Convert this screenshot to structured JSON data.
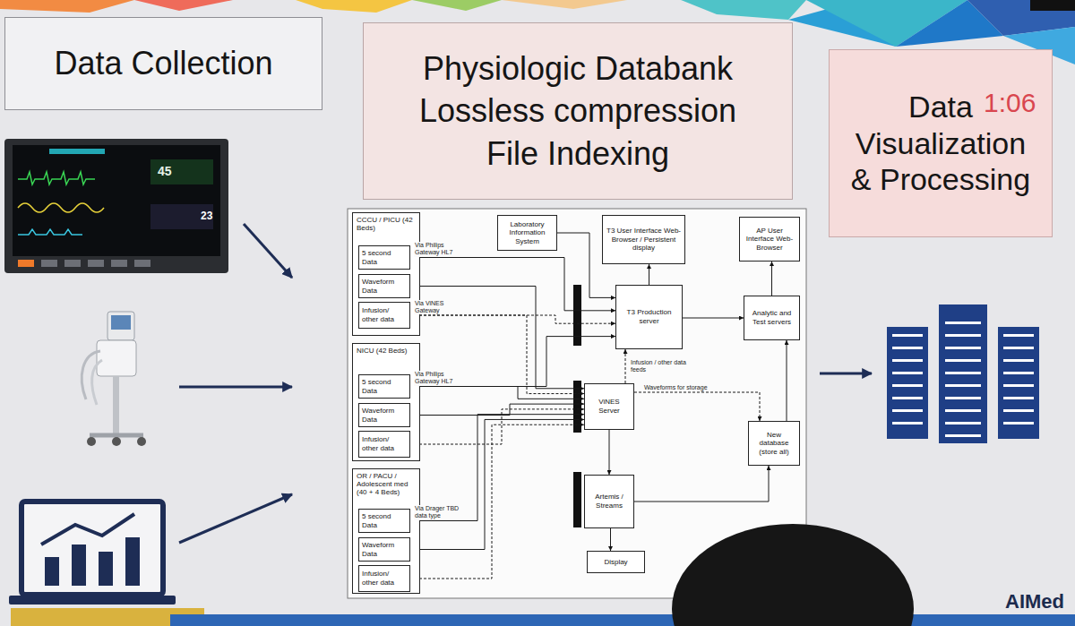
{
  "diagram": {
    "nodes": [
      {
        "text": [
          "Data Collection"
        ]
      },
      {
        "text": [
          "Physiologic Databank",
          "Lossless compression",
          "File Indexing"
        ]
      },
      {
        "text": [
          "Data Visualization & Processing"
        ]
      },
      {
        "text": [
          "CCCU / PICU (42 Beds)"
        ]
      },
      {
        "text": [
          "5 second Data"
        ],
        "in": 3
      },
      {
        "text": [
          "Waveform Data"
        ],
        "in": 3
      },
      {
        "text": [
          "Infusion/ other data"
        ],
        "in": 3
      },
      {
        "text": [
          "NICU (42 Beds)"
        ]
      },
      {
        "text": [
          "5 second Data"
        ],
        "in": 7
      },
      {
        "text": [
          "Waveform Data"
        ],
        "in": 7
      },
      {
        "text": [
          "Infusion/ other data"
        ],
        "in": 7
      },
      {
        "text": [
          "OR / PACU / Adolescent med (40 + 4 Beds)"
        ]
      },
      {
        "text": [
          "5 second Data"
        ],
        "in": 11
      },
      {
        "text": [
          "Waveform Data"
        ],
        "in": 11
      },
      {
        "text": [
          "Infusion/ other data"
        ],
        "in": 11
      },
      {
        "text": [
          "Laboratory Information System"
        ]
      },
      {
        "text": [
          "T3 User Interface Web-Browser / Persistent display"
        ]
      },
      {
        "text": [
          "AP User Interface Web-Browser"
        ]
      },
      {
        "text": [
          "T3 Production server"
        ]
      },
      {
        "text": [
          "Analytic and Test servers"
        ]
      },
      {
        "text": [
          "ViNES Server"
        ]
      },
      {
        "text": [
          "New database (store all)"
        ]
      },
      {
        "text": [
          "Artemis / Streams"
        ]
      },
      {
        "text": [
          "Display"
        ]
      }
    ],
    "edges": [
      {
        "from": 4,
        "to": 18,
        "arrow": "to",
        "label": "Via Philips Gateway HL7"
      },
      {
        "from": 5,
        "to": 20,
        "arrow": "to"
      },
      {
        "from": 6,
        "to": 18,
        "arrow": "to",
        "label": "Via ViNES Gateway"
      },
      {
        "from": 6,
        "to": 20,
        "arrow": "to"
      },
      {
        "from": 8,
        "to": 18,
        "arrow": "to",
        "label": "Via Philips Gateway HL7"
      },
      {
        "from": 8,
        "to": 20,
        "arrow": "to"
      },
      {
        "from": 9,
        "to": 20,
        "arrow": "to"
      },
      {
        "from": 10,
        "to": 20,
        "arrow": "to"
      },
      {
        "from": 12,
        "to": 20,
        "arrow": "to",
        "label": "Via Drager TBD data type"
      },
      {
        "from": 13,
        "to": 20,
        "arrow": "to"
      },
      {
        "from": 14,
        "to": 20,
        "arrow": "to"
      },
      {
        "from": 15,
        "to": 18,
        "arrow": "to"
      },
      {
        "from": 18,
        "to": 16,
        "arrow": "to"
      },
      {
        "from": 18,
        "to": 19,
        "arrow": "to"
      },
      {
        "from": 19,
        "to": 17,
        "arrow": "to"
      },
      {
        "from": 20,
        "to": 18,
        "arrow": "to",
        "label": "Infusion / other data feeds"
      },
      {
        "from": 20,
        "to": 21,
        "arrow": "to",
        "label": "Waveforms for storage"
      },
      {
        "from": 20,
        "to": 22,
        "arrow": "to"
      },
      {
        "from": 21,
        "to": 19,
        "arrow": "to"
      },
      {
        "from": 22,
        "to": 23,
        "arrow": "to"
      },
      {
        "from": 22,
        "to": 21,
        "arrow": "to"
      }
    ],
    "labels": [
      "1:06",
      "45",
      "23",
      "AIMed"
    ]
  }
}
